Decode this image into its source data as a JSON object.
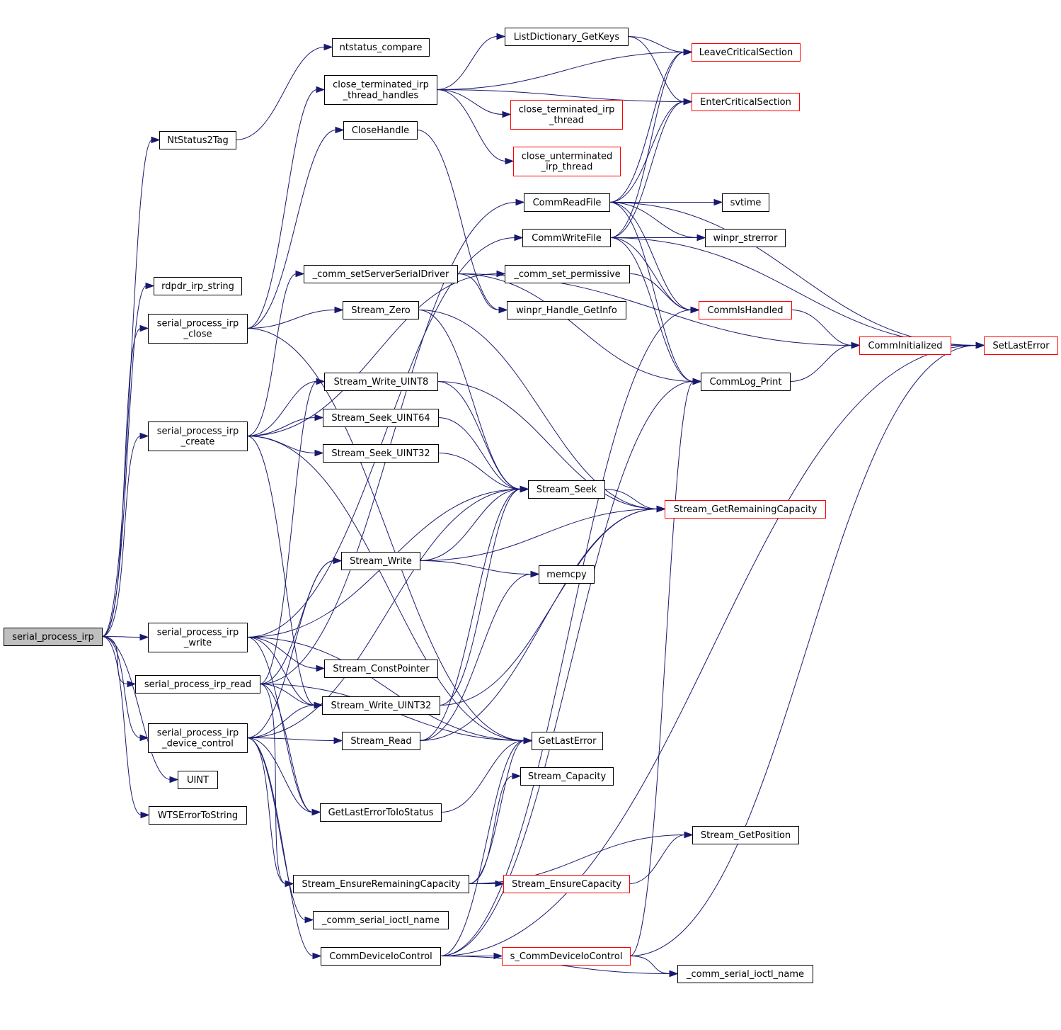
{
  "diagram": {
    "colors": {
      "edge": "#191970",
      "node_border_normal": "#000000",
      "node_border_truncated": "#ff0000",
      "root_fill": "#bfbfbf",
      "node_fill": "#ffffff"
    },
    "nodes": [
      {
        "id": "serial_process_irp",
        "lines": [
          "serial_process_irp"
        ],
        "style": "root"
      },
      {
        "id": "NtStatus2Tag",
        "lines": [
          "NtStatus2Tag"
        ],
        "style": "normal"
      },
      {
        "id": "rdpdr_irp_string",
        "lines": [
          "rdpdr_irp_string"
        ],
        "style": "normal"
      },
      {
        "id": "serial_process_irp_close",
        "lines": [
          "serial_process_irp",
          "_close"
        ],
        "style": "normal"
      },
      {
        "id": "serial_process_irp_create",
        "lines": [
          "serial_process_irp",
          "_create"
        ],
        "style": "normal"
      },
      {
        "id": "serial_process_irp_write",
        "lines": [
          "serial_process_irp",
          "_write"
        ],
        "style": "normal"
      },
      {
        "id": "serial_process_irp_read",
        "lines": [
          "serial_process_irp_read"
        ],
        "style": "normal"
      },
      {
        "id": "serial_process_irp_device_control",
        "lines": [
          "serial_process_irp",
          "_device_control"
        ],
        "style": "normal"
      },
      {
        "id": "UINT",
        "lines": [
          "UINT"
        ],
        "style": "normal"
      },
      {
        "id": "WTSErrorToString",
        "lines": [
          "WTSErrorToString"
        ],
        "style": "normal"
      },
      {
        "id": "ntstatus_compare",
        "lines": [
          "ntstatus_compare"
        ],
        "style": "normal"
      },
      {
        "id": "close_terminated_irp_thread_handles",
        "lines": [
          "close_terminated_irp",
          "_thread_handles"
        ],
        "style": "normal"
      },
      {
        "id": "CloseHandle",
        "lines": [
          "CloseHandle"
        ],
        "style": "normal"
      },
      {
        "id": "comm_setServerSerialDriver",
        "lines": [
          "_comm_setServerSerialDriver"
        ],
        "style": "normal"
      },
      {
        "id": "Stream_Zero",
        "lines": [
          "Stream_Zero"
        ],
        "style": "normal"
      },
      {
        "id": "Stream_Write_UINT8",
        "lines": [
          "Stream_Write_UINT8"
        ],
        "style": "normal"
      },
      {
        "id": "Stream_Seek_UINT64",
        "lines": [
          "Stream_Seek_UINT64"
        ],
        "style": "normal"
      },
      {
        "id": "Stream_Seek_UINT32",
        "lines": [
          "Stream_Seek_UINT32"
        ],
        "style": "normal"
      },
      {
        "id": "Stream_Write",
        "lines": [
          "Stream_Write"
        ],
        "style": "normal"
      },
      {
        "id": "Stream_ConstPointer",
        "lines": [
          "Stream_ConstPointer"
        ],
        "style": "normal"
      },
      {
        "id": "Stream_Write_UINT32",
        "lines": [
          "Stream_Write_UINT32"
        ],
        "style": "normal"
      },
      {
        "id": "Stream_Read",
        "lines": [
          "Stream_Read"
        ],
        "style": "normal"
      },
      {
        "id": "GetLastErrorToIoStatus",
        "lines": [
          "GetLastErrorToIoStatus"
        ],
        "style": "normal"
      },
      {
        "id": "Stream_EnsureRemainingCapacity",
        "lines": [
          "Stream_EnsureRemainingCapacity"
        ],
        "style": "normal"
      },
      {
        "id": "comm_serial_ioctl_name_a",
        "lines": [
          "_comm_serial_ioctl_name"
        ],
        "style": "normal"
      },
      {
        "id": "CommDeviceIoControl",
        "lines": [
          "CommDeviceIoControl"
        ],
        "style": "normal"
      },
      {
        "id": "ListDictionary_GetKeys",
        "lines": [
          "ListDictionary_GetKeys"
        ],
        "style": "normal"
      },
      {
        "id": "close_terminated_irp_thread",
        "lines": [
          "close_terminated_irp",
          "_thread"
        ],
        "style": "truncated"
      },
      {
        "id": "close_unterminated_irp_thread",
        "lines": [
          "close_unterminated",
          "_irp_thread"
        ],
        "style": "truncated"
      },
      {
        "id": "CommReadFile",
        "lines": [
          "CommReadFile"
        ],
        "style": "normal"
      },
      {
        "id": "CommWriteFile",
        "lines": [
          "CommWriteFile"
        ],
        "style": "normal"
      },
      {
        "id": "comm_set_permissive",
        "lines": [
          "_comm_set_permissive"
        ],
        "style": "normal"
      },
      {
        "id": "winpr_Handle_GetInfo",
        "lines": [
          "winpr_Handle_GetInfo"
        ],
        "style": "normal"
      },
      {
        "id": "Stream_Seek",
        "lines": [
          "Stream_Seek"
        ],
        "style": "normal"
      },
      {
        "id": "memcpy",
        "lines": [
          "memcpy"
        ],
        "style": "normal"
      },
      {
        "id": "GetLastError",
        "lines": [
          "GetLastError"
        ],
        "style": "normal"
      },
      {
        "id": "Stream_Capacity",
        "lines": [
          "Stream_Capacity"
        ],
        "style": "normal"
      },
      {
        "id": "Stream_EnsureCapacity",
        "lines": [
          "Stream_EnsureCapacity"
        ],
        "style": "truncated"
      },
      {
        "id": "s_CommDeviceIoControl",
        "lines": [
          "s_CommDeviceIoControl"
        ],
        "style": "truncated"
      },
      {
        "id": "LeaveCriticalSection",
        "lines": [
          "LeaveCriticalSection"
        ],
        "style": "truncated"
      },
      {
        "id": "EnterCriticalSection",
        "lines": [
          "EnterCriticalSection"
        ],
        "style": "truncated"
      },
      {
        "id": "svtime",
        "lines": [
          "svtime"
        ],
        "style": "normal"
      },
      {
        "id": "winpr_strerror",
        "lines": [
          "winpr_strerror"
        ],
        "style": "normal"
      },
      {
        "id": "CommIsHandled",
        "lines": [
          "CommIsHandled"
        ],
        "style": "truncated"
      },
      {
        "id": "CommInitialized",
        "lines": [
          "CommInitialized"
        ],
        "style": "truncated"
      },
      {
        "id": "CommLog_Print",
        "lines": [
          "CommLog_Print"
        ],
        "style": "normal"
      },
      {
        "id": "Stream_GetRemainingCapacity",
        "lines": [
          "Stream_GetRemainingCapacity"
        ],
        "style": "truncated"
      },
      {
        "id": "Stream_GetPosition",
        "lines": [
          "Stream_GetPosition"
        ],
        "style": "normal"
      },
      {
        "id": "comm_serial_ioctl_name_b",
        "lines": [
          "_comm_serial_ioctl_name"
        ],
        "style": "normal"
      },
      {
        "id": "SetLastError",
        "lines": [
          "SetLastError"
        ],
        "style": "truncated"
      }
    ],
    "edges": [
      [
        "serial_process_irp",
        "NtStatus2Tag"
      ],
      [
        "serial_process_irp",
        "rdpdr_irp_string"
      ],
      [
        "serial_process_irp",
        "serial_process_irp_close"
      ],
      [
        "serial_process_irp",
        "serial_process_irp_create"
      ],
      [
        "serial_process_irp",
        "serial_process_irp_write"
      ],
      [
        "serial_process_irp",
        "serial_process_irp_read"
      ],
      [
        "serial_process_irp",
        "serial_process_irp_device_control"
      ],
      [
        "serial_process_irp",
        "UINT"
      ],
      [
        "serial_process_irp",
        "WTSErrorToString"
      ],
      [
        "NtStatus2Tag",
        "ntstatus_compare"
      ],
      [
        "serial_process_irp_close",
        "close_terminated_irp_thread_handles"
      ],
      [
        "serial_process_irp_close",
        "CloseHandle"
      ],
      [
        "serial_process_irp_close",
        "Stream_Zero"
      ],
      [
        "serial_process_irp_close",
        "GetLastError"
      ],
      [
        "serial_process_irp_create",
        "comm_setServerSerialDriver"
      ],
      [
        "serial_process_irp_create",
        "comm_set_permissive"
      ],
      [
        "serial_process_irp_create",
        "Stream_Write_UINT8"
      ],
      [
        "serial_process_irp_create",
        "Stream_Seek_UINT64"
      ],
      [
        "serial_process_irp_create",
        "Stream_Seek_UINT32"
      ],
      [
        "serial_process_irp_create",
        "Stream_Write_UINT32"
      ],
      [
        "serial_process_irp_create",
        "GetLastError"
      ],
      [
        "serial_process_irp_write",
        "CommWriteFile"
      ],
      [
        "serial_process_irp_write",
        "Stream_Write_UINT32"
      ],
      [
        "serial_process_irp_write",
        "Stream_ConstPointer"
      ],
      [
        "serial_process_irp_write",
        "Stream_Seek"
      ],
      [
        "serial_process_irp_write",
        "GetLastErrorToIoStatus"
      ],
      [
        "serial_process_irp_write",
        "GetLastError"
      ],
      [
        "serial_process_irp_read",
        "CommReadFile"
      ],
      [
        "serial_process_irp_read",
        "Stream_Write_UINT8"
      ],
      [
        "serial_process_irp_read",
        "Stream_Write"
      ],
      [
        "serial_process_irp_read",
        "Stream_Write_UINT32"
      ],
      [
        "serial_process_irp_read",
        "Stream_EnsureRemainingCapacity"
      ],
      [
        "serial_process_irp_read",
        "GetLastErrorToIoStatus"
      ],
      [
        "serial_process_irp_read",
        "GetLastError"
      ],
      [
        "serial_process_irp_device_control",
        "Stream_Read"
      ],
      [
        "serial_process_irp_device_control",
        "Stream_Write_UINT32"
      ],
      [
        "serial_process_irp_device_control",
        "Stream_Seek"
      ],
      [
        "serial_process_irp_device_control",
        "Stream_Write"
      ],
      [
        "serial_process_irp_device_control",
        "Stream_EnsureRemainingCapacity"
      ],
      [
        "serial_process_irp_device_control",
        "comm_serial_ioctl_name_a"
      ],
      [
        "serial_process_irp_device_control",
        "CommDeviceIoControl"
      ],
      [
        "serial_process_irp_device_control",
        "GetLastErrorToIoStatus"
      ],
      [
        "close_terminated_irp_thread_handles",
        "ListDictionary_GetKeys"
      ],
      [
        "close_terminated_irp_thread_handles",
        "LeaveCriticalSection"
      ],
      [
        "close_terminated_irp_thread_handles",
        "EnterCriticalSection"
      ],
      [
        "close_terminated_irp_thread_handles",
        "close_terminated_irp_thread"
      ],
      [
        "close_terminated_irp_thread_handles",
        "close_unterminated_irp_thread"
      ],
      [
        "ListDictionary_GetKeys",
        "LeaveCriticalSection"
      ],
      [
        "ListDictionary_GetKeys",
        "EnterCriticalSection"
      ],
      [
        "CloseHandle",
        "winpr_Handle_GetInfo"
      ],
      [
        "comm_setServerSerialDriver",
        "winpr_Handle_GetInfo"
      ],
      [
        "comm_setServerSerialDriver",
        "CommInitialized"
      ],
      [
        "comm_setServerSerialDriver",
        "CommLog_Print"
      ],
      [
        "comm_set_permissive",
        "CommIsHandled"
      ],
      [
        "CommReadFile",
        "LeaveCriticalSection"
      ],
      [
        "CommReadFile",
        "EnterCriticalSection"
      ],
      [
        "CommReadFile",
        "SetLastError"
      ],
      [
        "CommReadFile",
        "svtime"
      ],
      [
        "CommReadFile",
        "winpr_strerror"
      ],
      [
        "CommReadFile",
        "CommIsHandled"
      ],
      [
        "CommReadFile",
        "CommLog_Print"
      ],
      [
        "CommWriteFile",
        "LeaveCriticalSection"
      ],
      [
        "CommWriteFile",
        "EnterCriticalSection"
      ],
      [
        "CommWriteFile",
        "winpr_strerror"
      ],
      [
        "CommWriteFile",
        "CommIsHandled"
      ],
      [
        "CommWriteFile",
        "CommLog_Print"
      ],
      [
        "CommWriteFile",
        "SetLastError"
      ],
      [
        "CommIsHandled",
        "CommInitialized"
      ],
      [
        "CommLog_Print",
        "CommInitialized"
      ],
      [
        "CommInitialized",
        "SetLastError"
      ],
      [
        "Stream_Zero",
        "Stream_Seek"
      ],
      [
        "Stream_Zero",
        "Stream_GetRemainingCapacity"
      ],
      [
        "Stream_Write_UINT8",
        "Stream_Seek"
      ],
      [
        "Stream_Write_UINT8",
        "Stream_GetRemainingCapacity"
      ],
      [
        "Stream_Seek_UINT64",
        "Stream_Seek"
      ],
      [
        "Stream_Seek_UINT32",
        "Stream_Seek"
      ],
      [
        "Stream_Seek",
        "Stream_GetRemainingCapacity"
      ],
      [
        "Stream_Write",
        "Stream_Seek"
      ],
      [
        "Stream_Write",
        "memcpy"
      ],
      [
        "Stream_Write",
        "Stream_GetRemainingCapacity"
      ],
      [
        "Stream_Write_UINT32",
        "Stream_Seek"
      ],
      [
        "Stream_Write_UINT32",
        "Stream_GetRemainingCapacity"
      ],
      [
        "Stream_Read",
        "Stream_Seek"
      ],
      [
        "Stream_Read",
        "memcpy"
      ],
      [
        "Stream_Read",
        "Stream_GetRemainingCapacity"
      ],
      [
        "GetLastErrorToIoStatus",
        "GetLastError"
      ],
      [
        "Stream_EnsureRemainingCapacity",
        "Stream_Capacity"
      ],
      [
        "Stream_EnsureRemainingCapacity",
        "Stream_GetPosition"
      ],
      [
        "Stream_EnsureRemainingCapacity",
        "Stream_EnsureCapacity"
      ],
      [
        "Stream_EnsureRemainingCapacity",
        "GetLastError"
      ],
      [
        "Stream_EnsureCapacity",
        "Stream_GetPosition"
      ],
      [
        "CommDeviceIoControl",
        "s_CommDeviceIoControl"
      ],
      [
        "CommDeviceIoControl",
        "comm_serial_ioctl_name_b"
      ],
      [
        "CommDeviceIoControl",
        "CommIsHandled"
      ],
      [
        "CommDeviceIoControl",
        "CommLog_Print"
      ],
      [
        "CommDeviceIoControl",
        "GetLastError"
      ],
      [
        "CommDeviceIoControl",
        "SetLastError"
      ],
      [
        "s_CommDeviceIoControl",
        "comm_serial_ioctl_name_b"
      ],
      [
        "s_CommDeviceIoControl",
        "CommLog_Print"
      ],
      [
        "s_CommDeviceIoControl",
        "SetLastError"
      ]
    ]
  }
}
